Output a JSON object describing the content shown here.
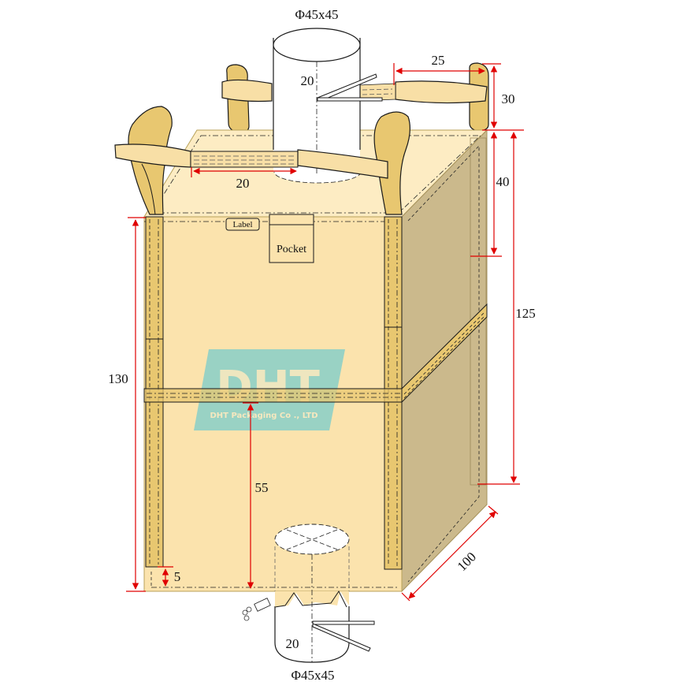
{
  "diagram": {
    "type": "technical-drawing",
    "subject": "FIBC jumbo bag with top fill spout and bottom discharge spout",
    "colors": {
      "body_front": "#fbe3ad",
      "body_top": "#fdecc3",
      "body_side": "#cbb98c",
      "strap": "#e8c770",
      "strap_light": "#f8dfa6",
      "dimension": "#e00000",
      "logo_fill": "#8ecfc6",
      "outline": "#1a1a1a"
    },
    "labels": {
      "top_spout_size": "Φ45x45",
      "top_spout_height": "20",
      "loop_length": "25",
      "loop_height": "30",
      "top_strap_span": "20",
      "side_top_40": "40",
      "side_height_125": "125",
      "front_height": "130",
      "belt_height": "55",
      "bottom_gap": "5",
      "depth": "100",
      "bottom_spout_height": "20",
      "bottom_spout_size": "Φ45x45",
      "label_tag": "Label",
      "pocket": "Pocket"
    },
    "logo": {
      "mark": "DHT",
      "company": "DHT Packaging Co ., LTD"
    }
  }
}
